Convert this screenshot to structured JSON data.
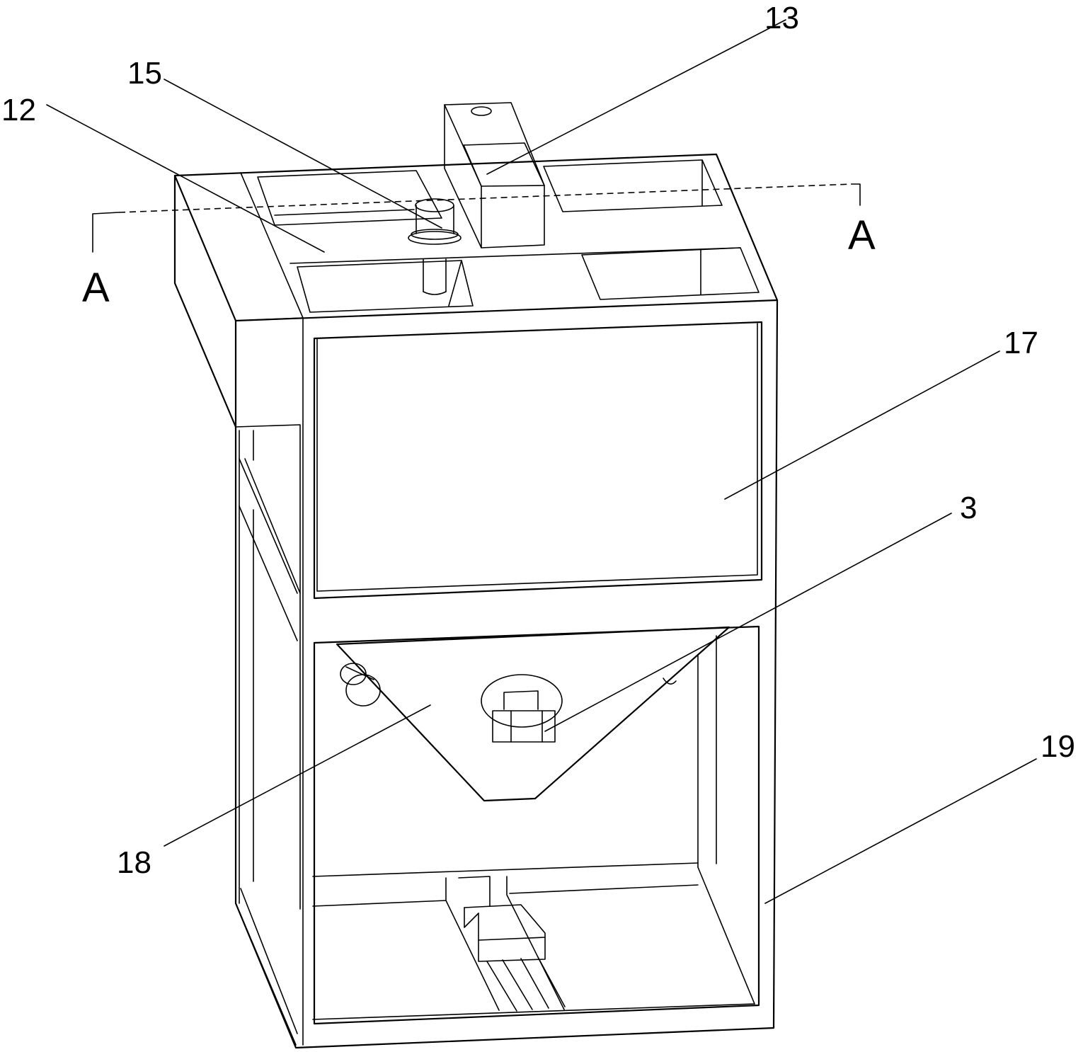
{
  "labels": {
    "ref_13": "13",
    "ref_15": "15",
    "ref_12": "12",
    "ref_17": "17",
    "ref_3": "3",
    "ref_19": "19",
    "ref_18": "18"
  },
  "section_marks": {
    "left": "A",
    "right": "A"
  }
}
